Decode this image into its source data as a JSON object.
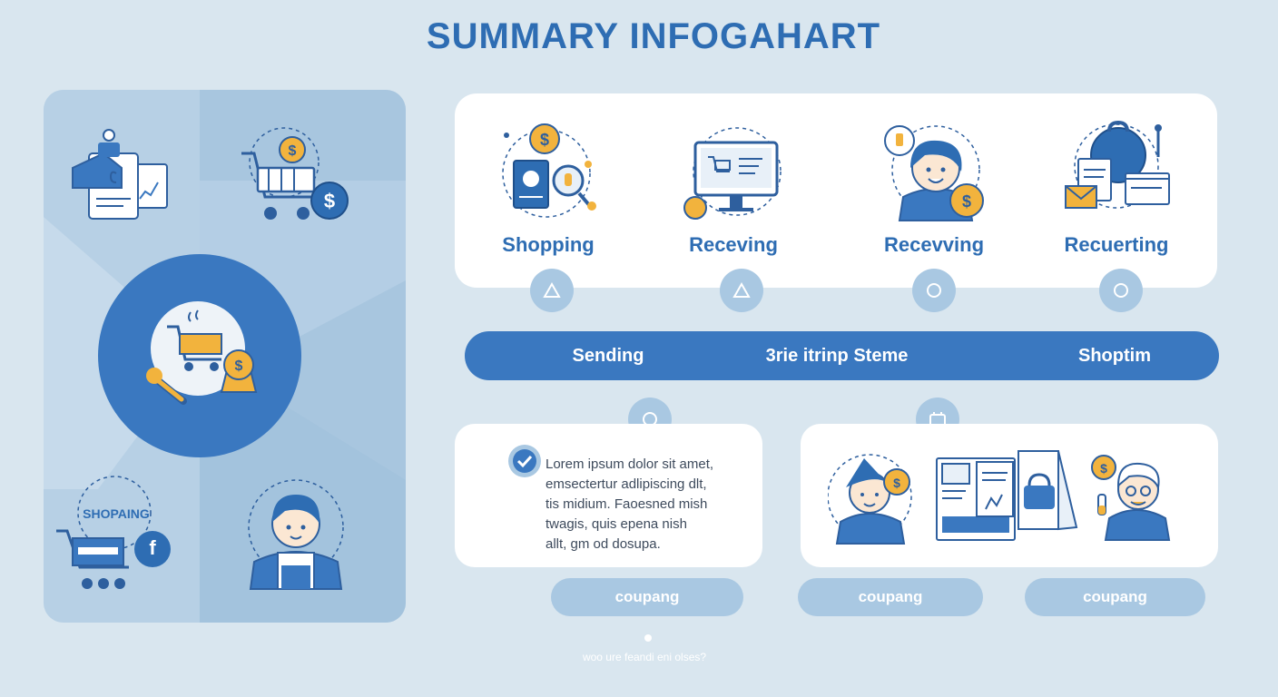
{
  "title": "SUMMARY  INFOGAHART",
  "left_panel": {
    "shop_badge_text": "SHOPAING",
    "brand_letter": "f"
  },
  "steps": [
    {
      "label": "Shopping",
      "icon": "passport-coin-icon"
    },
    {
      "label": "Receving",
      "icon": "computer-cart-icon"
    },
    {
      "label": "Recevving",
      "icon": "agent-coin-icon"
    },
    {
      "label": "Recuerting",
      "icon": "documents-lock-icon"
    }
  ],
  "bar": {
    "left": "Sending",
    "center": "3rie itrinp Steme",
    "right": "Shoptim"
  },
  "text_block": {
    "lines": [
      "Lorem ipsum dolor sit amet,",
      "emsectertur adlipiscing dlt,",
      "tis midium.  Faoesned  mish",
      "twagis,  quis  epena  nish",
      "allt, gm od dosupa."
    ]
  },
  "pills": [
    "coupang",
    "coupang",
    "coupang"
  ],
  "footer": {
    "note": "woo ure feandi eni olses?"
  },
  "colors": {
    "background": "#d9e6ef",
    "primary": "#2e6db3",
    "bar": "#3a78c0",
    "node": "#a9c8e2",
    "accent_gold": "#f2b33d",
    "card": "#ffffff"
  }
}
